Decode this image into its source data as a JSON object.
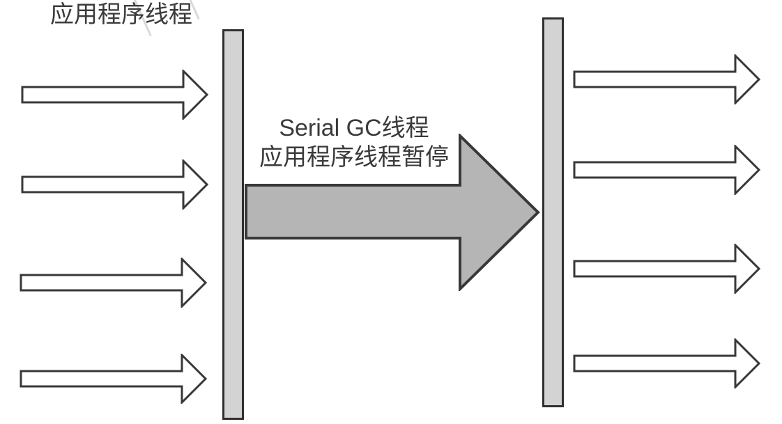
{
  "diagram": {
    "title": "应用程序线程",
    "gc_arrow": {
      "label_line1": "Serial GC线程",
      "label_line2": "应用程序线程暂停"
    },
    "left_thread_arrow_count": 4,
    "right_thread_arrow_count": 4,
    "colors": {
      "background": "#ffffff",
      "outline": "#383838",
      "thread_arrow_fill": "#ffffff",
      "barrier_fill": "#d3d3d3",
      "gc_arrow_fill": "#b5b5b5",
      "text": "#3a3a3a"
    }
  }
}
